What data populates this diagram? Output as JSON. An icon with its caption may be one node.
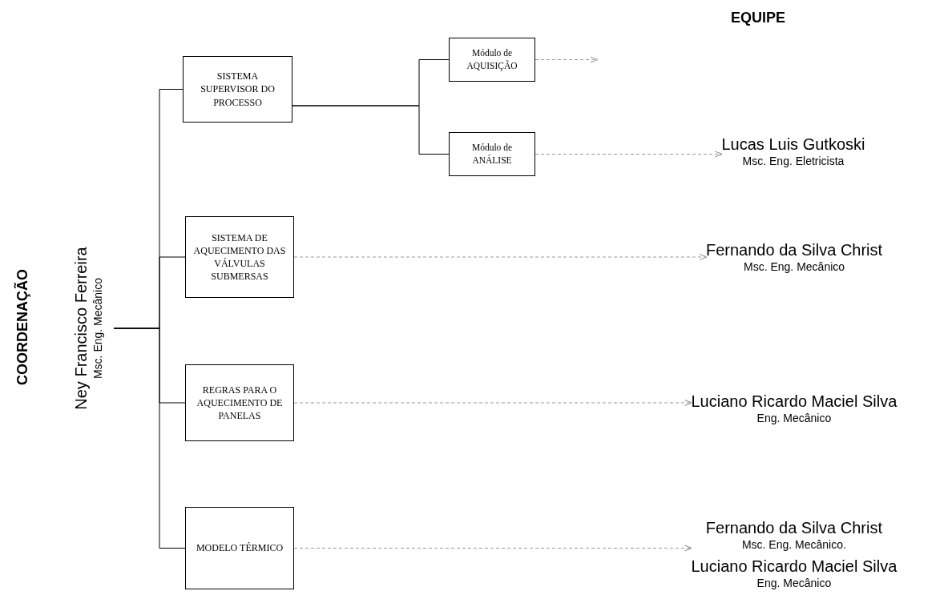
{
  "diagram": {
    "nodes": [
      {
        "text": [
          "Ney Francisco Ferreira",
          "Msc. Eng. Mecânico"
        ]
      },
      {
        "text": [
          "SISTEMA SUPERVISOR DO PROCESSO"
        ]
      },
      {
        "text": [
          "Módulo de AQUISIÇÃO"
        ]
      },
      {
        "text": [
          "Módulo de ANÁLISE"
        ]
      },
      {
        "text": [
          "SISTEMA DE AQUECIMENTO DAS VÁLVULAS SUBMERSAS"
        ]
      },
      {
        "text": [
          "REGRAS PARA O AQUECIMENTO DE PANELAS"
        ]
      },
      {
        "text": [
          "MODELO TÉRMICO"
        ]
      },
      {
        "text": [
          "Lucas Luis Gutkoski",
          "Msc. Eng. Eletricista"
        ]
      },
      {
        "text": [
          "Fernando da Silva Christ",
          "Msc. Eng. Mecânico"
        ]
      },
      {
        "text": [
          "Luciano Ricardo Maciel Silva",
          "Eng. Mecânico"
        ]
      },
      {
        "text": [
          "Fernando da Silva Christ",
          "Msc. Eng. Mecânico.",
          "Luciano Ricardo Maciel Silva",
          "Eng. Mecânico"
        ]
      }
    ],
    "edges": [
      {
        "from": 0,
        "to": 1,
        "arrow": "none"
      },
      {
        "from": 0,
        "to": 4,
        "arrow": "none"
      },
      {
        "from": 0,
        "to": 5,
        "arrow": "none"
      },
      {
        "from": 0,
        "to": 6,
        "arrow": "none"
      },
      {
        "from": 1,
        "to": 2,
        "arrow": "none"
      },
      {
        "from": 1,
        "to": 3,
        "arrow": "none"
      },
      {
        "from": 2,
        "to": null,
        "arrow": "to",
        "style": "dashed",
        "color": "#999999"
      },
      {
        "from": 3,
        "to": 7,
        "arrow": "to",
        "style": "dashed",
        "color": "#999999"
      },
      {
        "from": 4,
        "to": 8,
        "arrow": "to",
        "style": "dashed",
        "color": "#999999"
      },
      {
        "from": 5,
        "to": 9,
        "arrow": "to",
        "style": "dashed",
        "color": "#999999"
      },
      {
        "from": 6,
        "to": 10,
        "arrow": "to",
        "style": "dashed",
        "color": "#999999"
      }
    ],
    "labels": [
      "EQUIPE",
      "COORDENAÇÃO"
    ]
  }
}
